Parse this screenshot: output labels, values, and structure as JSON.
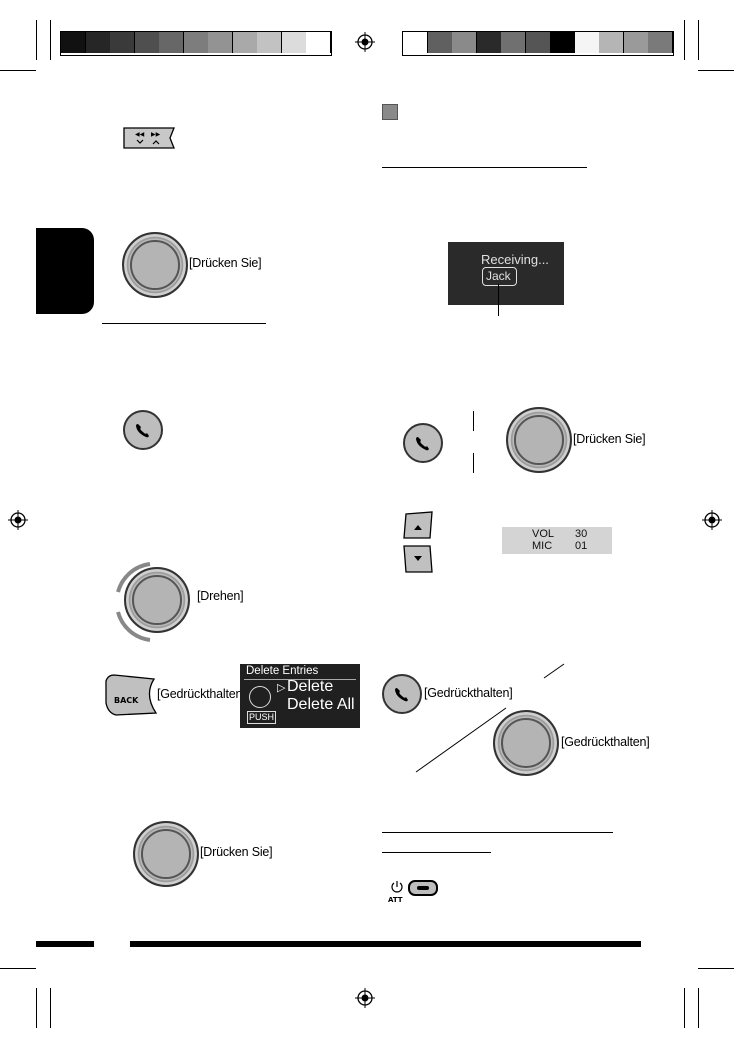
{
  "labels": {
    "press1": "[Drücken Sie]",
    "press2": "[Drücken Sie]",
    "press3": "[Drücken Sie]",
    "rotate": "[Drehen]",
    "hold1": "[Gedrückthalten]",
    "hold2": "[Gedrückthalten]",
    "hold3": "[Gedrückthalten]"
  },
  "receiving_display": {
    "line1": "Receiving...",
    "line2": "Jack"
  },
  "vol_display": {
    "vol_label": "VOL",
    "vol_value": "30",
    "mic_label": "MIC",
    "mic_value": "01"
  },
  "delete_display": {
    "title": "Delete Entries",
    "item1": "Delete",
    "item2": "Delete All",
    "push": "PUSH"
  },
  "buttons": {
    "back": "BACK",
    "att": "ATT"
  },
  "colors": {
    "bar_left": [
      "#111111",
      "#262626",
      "#3a3a3a",
      "#4f4f4f",
      "#676767",
      "#7d7d7d",
      "#939393",
      "#a9a9a9",
      "#c2c2c2",
      "#dcdcdc",
      "#ffffff"
    ],
    "bar_right": [
      "#ffffff",
      "#606060",
      "#8a8a8a",
      "#2a2a2a",
      "#707070",
      "#555555",
      "#000000",
      "#f5f5f5",
      "#b5b5b5",
      "#9a9a9a",
      "#7a7a7a"
    ]
  }
}
